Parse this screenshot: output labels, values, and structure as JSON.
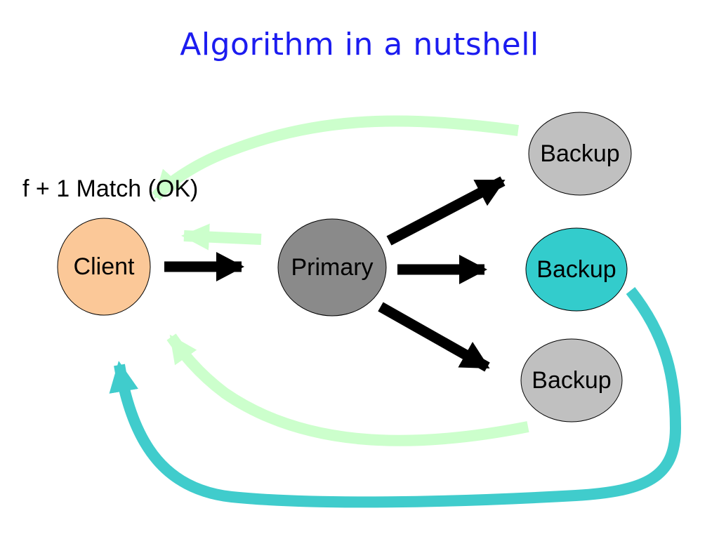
{
  "title": "Algorithm in a nutshell",
  "annotation": "f + 1 Match (OK)",
  "nodes": {
    "client": {
      "label": "Client",
      "color": "#fbc898"
    },
    "primary": {
      "label": "Primary",
      "color": "#8a8a8a"
    },
    "backup_top": {
      "label": "Backup",
      "color": "#c0c0c0"
    },
    "backup_middle": {
      "label": "Backup",
      "color": "#33cccc"
    },
    "backup_bottom": {
      "label": "Backup",
      "color": "#c0c0c0"
    }
  },
  "colors": {
    "title": "#1c1cf0",
    "request_arrow": "#000000",
    "reply_arrow": "#ccffcc",
    "matching_reply_arrow": "#40cccc"
  }
}
